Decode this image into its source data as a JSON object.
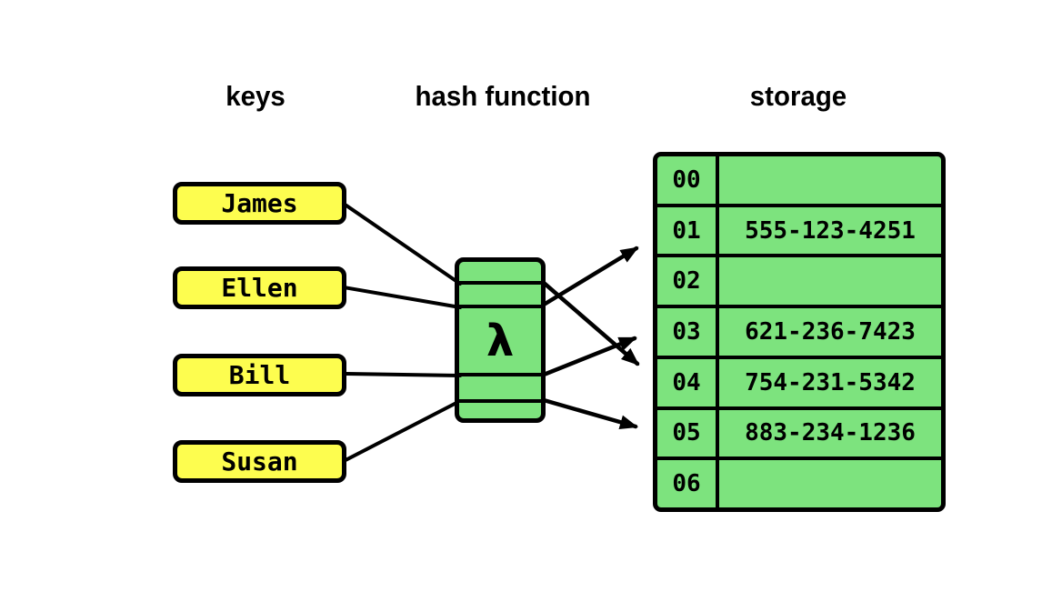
{
  "headers": {
    "keys": "keys",
    "hash_function": "hash function",
    "storage": "storage"
  },
  "keys": [
    "James",
    "Ellen",
    "Bill",
    "Susan"
  ],
  "hash_function": {
    "symbol": "λ"
  },
  "storage": {
    "rows": [
      {
        "index": "00",
        "value": ""
      },
      {
        "index": "01",
        "value": "555-123-4251"
      },
      {
        "index": "02",
        "value": ""
      },
      {
        "index": "03",
        "value": "621-236-7423"
      },
      {
        "index": "04",
        "value": "754-231-5342"
      },
      {
        "index": "05",
        "value": "883-234-1236"
      },
      {
        "index": "06",
        "value": ""
      }
    ]
  },
  "mappings": [
    {
      "key": "James",
      "slot": "04"
    },
    {
      "key": "Ellen",
      "slot": "01"
    },
    {
      "key": "Bill",
      "slot": "03"
    },
    {
      "key": "Susan",
      "slot": "05"
    }
  ],
  "colors": {
    "key_fill": "#fdfd4f",
    "cell_fill": "#7de37e",
    "line": "#000000",
    "background": "#ffffff"
  }
}
